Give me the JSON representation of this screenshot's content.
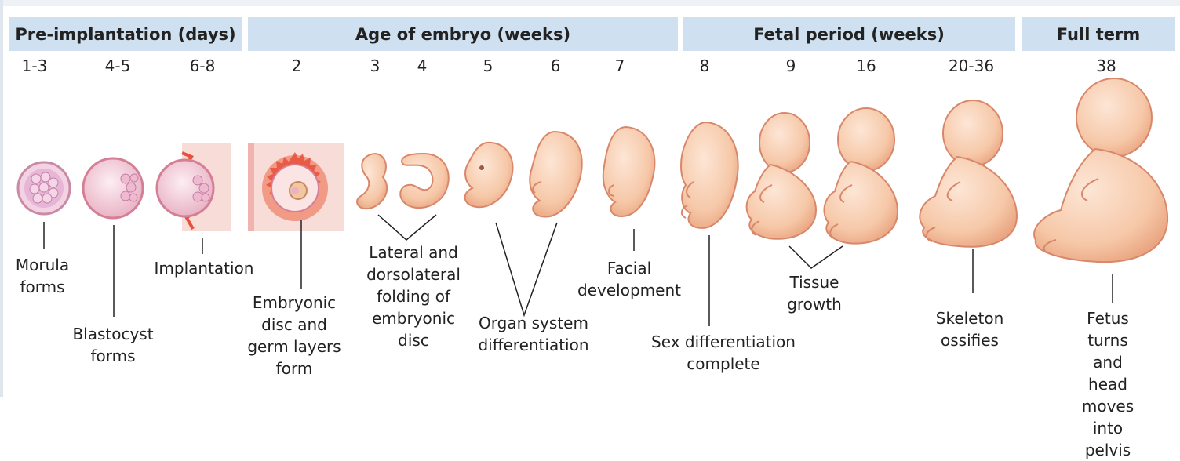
{
  "headers": {
    "pre_implantation": "Pre-implantation (days)",
    "embryo_age": "Age of embryo (weeks)",
    "fetal_period": "Fetal period (weeks)",
    "full_term": "Full term"
  },
  "timepoints": [
    "1-3",
    "4-5",
    "6-8",
    "2",
    "3",
    "4",
    "5",
    "6",
    "7",
    "8",
    "9",
    "16",
    "20-36",
    "38"
  ],
  "labels": {
    "morula": "Morula\nforms",
    "blastocyst": "Blastocyst\nforms",
    "implantation": "Implantation",
    "embryonic_disc": "Embryonic\ndisc and\ngerm layers\nform",
    "folding": "Lateral and\ndorsolateral\nfolding of\nembryonic\ndisc",
    "organ": "Organ system\ndifferentiation",
    "facial": "Facial\ndevelopment",
    "sex": "Sex differentiation\ncomplete",
    "tissue": "Tissue\ngrowth",
    "skeleton": "Skeleton\nossifies",
    "fetus": "Fetus turns and\nhead moves\ninto pelvis"
  },
  "colors": {
    "header_band": "#cfe0f0",
    "embryo_skin": "#f6c8a8",
    "embryo_outline": "#d9876a",
    "tissue_red": "#e8503a",
    "tissue_pink": "#f7dcd8",
    "morula_fill": "#e7b6d6"
  }
}
